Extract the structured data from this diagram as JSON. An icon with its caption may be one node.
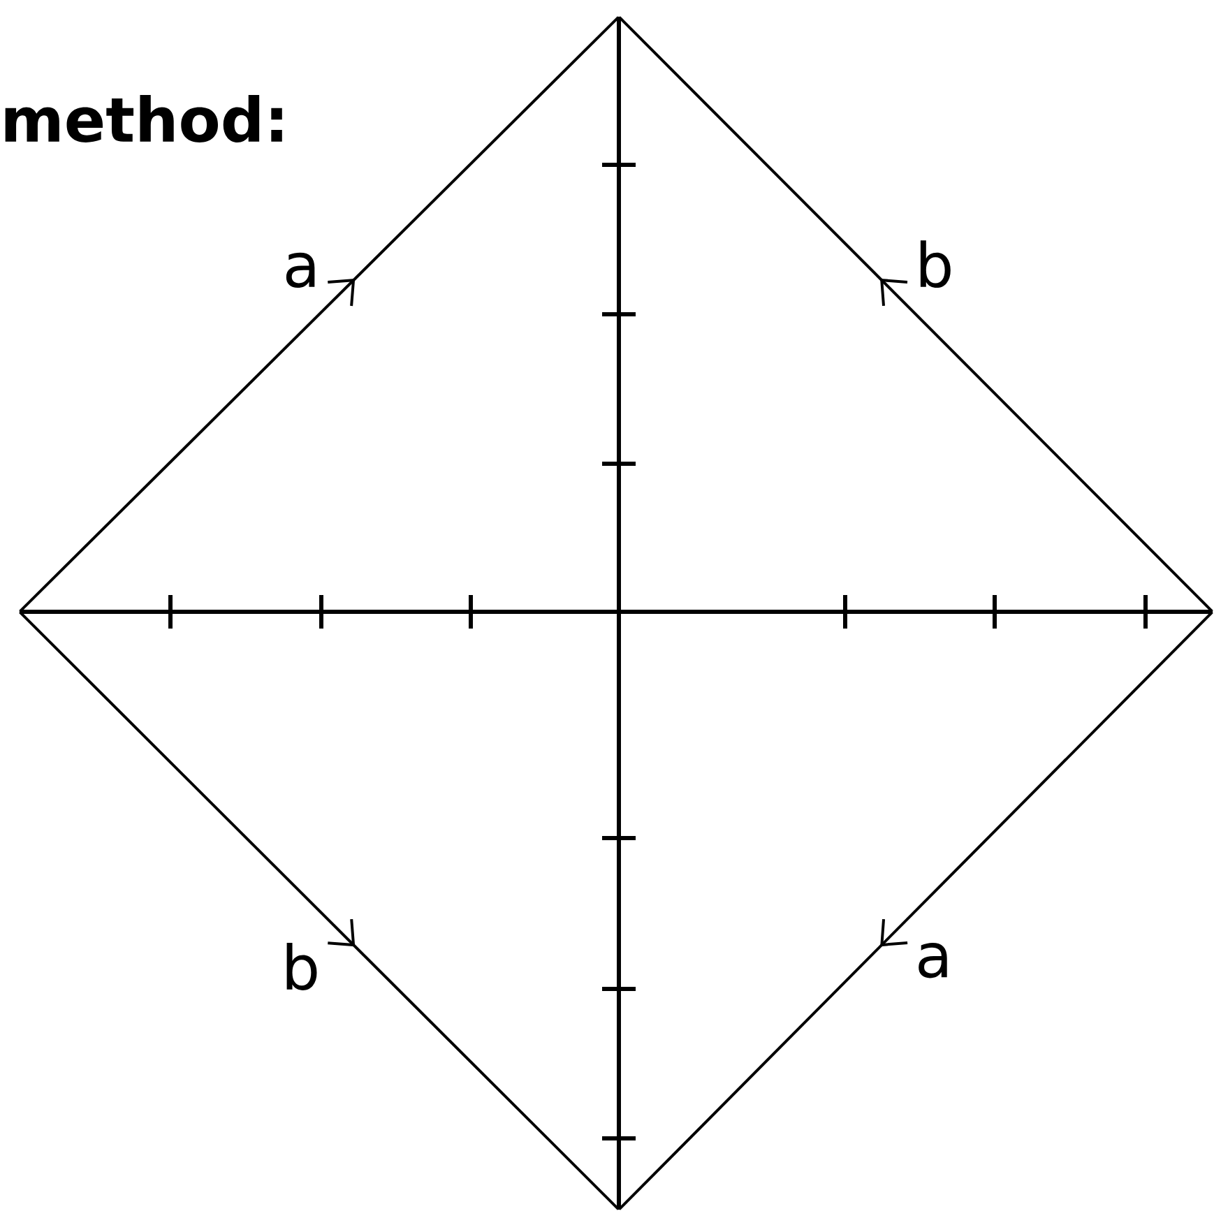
{
  "diagram": {
    "nodes": [
      {
        "text": [],
        "shape": "point"
      },
      {
        "text": [],
        "shape": "point"
      },
      {
        "text": [],
        "shape": "point"
      },
      {
        "text": [],
        "shape": "point"
      }
    ],
    "edges": [
      {
        "from": 1,
        "to": 0,
        "arrow": "to",
        "label": "a"
      },
      {
        "from": 2,
        "to": 0,
        "arrow": "to",
        "label": "b"
      },
      {
        "from": 1,
        "to": 3,
        "arrow": "to",
        "label": "b"
      },
      {
        "from": 2,
        "to": 3,
        "arrow": "to",
        "label": "a"
      }
    ],
    "labels": [
      "method:"
    ]
  }
}
